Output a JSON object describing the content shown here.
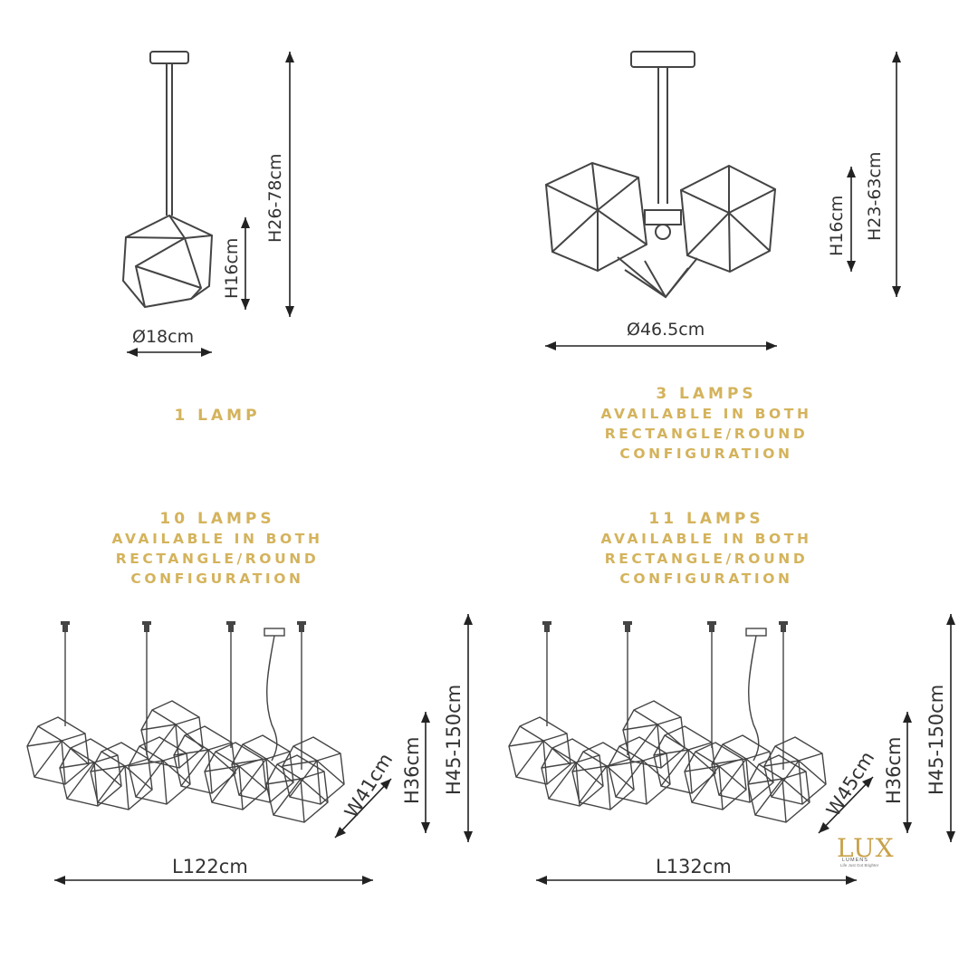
{
  "captions": {
    "one_lamp": "1 LAMP",
    "three_lamps_title": "3 LAMPS",
    "three_lamps_line1": "AVAILABLE IN BOTH",
    "three_lamps_line2": "RECTANGLE/ROUND",
    "three_lamps_line3": "CONFIGURATION",
    "ten_lamps_title": "10 LAMPS",
    "ten_lamps_line1": "AVAILABLE IN BOTH",
    "ten_lamps_line2": "RECTANGLE/ROUND",
    "ten_lamps_line3": "CONFIGURATION",
    "eleven_lamps_title": "11 LAMPS",
    "eleven_lamps_line1": "AVAILABLE IN BOTH",
    "eleven_lamps_line2": "RECTANGLE/ROUND",
    "eleven_lamps_line3": "CONFIGURATION"
  },
  "dimensions": {
    "one_lamp": {
      "diameter": "Ø18cm",
      "shade_height": "H16cm",
      "total_height": "H26-78cm"
    },
    "three_lamps": {
      "diameter": "Ø46.5cm",
      "shade_height": "H16cm",
      "total_height": "H23-63cm"
    },
    "ten_lamps": {
      "length": "L122cm",
      "width": "W41cm",
      "shade_height": "H36cm",
      "total_height": "H45-150cm"
    },
    "eleven_lamps": {
      "length": "L132cm",
      "width": "W45cm",
      "shade_height": "H36cm",
      "total_height": "H45-150cm"
    }
  },
  "logo": {
    "mark": "LUX",
    "brand": "LUMENS",
    "tagline": "Life Just Got Brighter"
  },
  "colors": {
    "caption": "#d4b35c",
    "line": "#444444",
    "logo": "#c8a24a"
  }
}
